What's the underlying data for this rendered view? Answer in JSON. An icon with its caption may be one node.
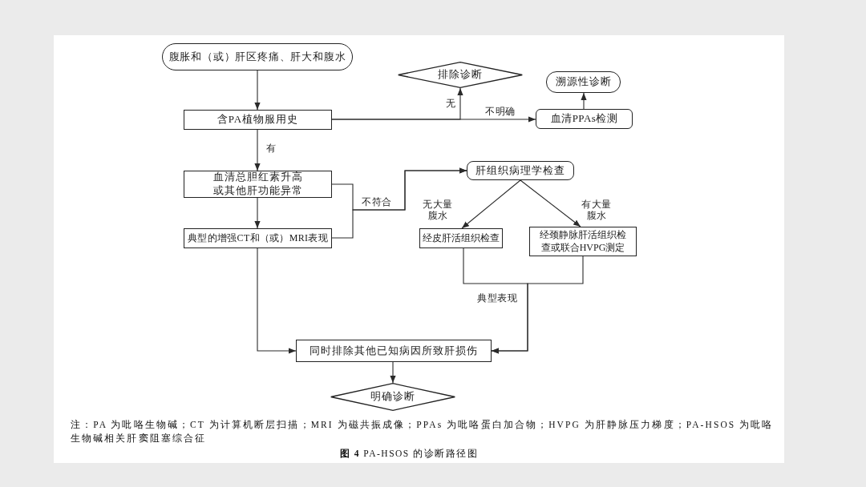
{
  "diagram": {
    "caption": "**图 4** PA-HSOS 的诊断路径图",
    "nodes": [
      {
        "text": [
          "腹胀和（或）肝区疼痛、肝大和腹水"
        ]
      },
      {
        "text": [
          "含PA植物服用史"
        ]
      },
      {
        "text": [
          "排除诊断"
        ]
      },
      {
        "text": [
          "溯源性诊断"
        ]
      },
      {
        "text": [
          "血清PPAs检测"
        ]
      },
      {
        "text": [
          "血清总胆红素升高或其他肝功能异常"
        ]
      },
      {
        "text": [
          "典型的增强CT和（或）MRI表现"
        ]
      },
      {
        "text": [
          "肝组织病理学检查"
        ]
      },
      {
        "text": [
          "经皮肝活组织检查"
        ]
      },
      {
        "text": [
          "经颈静脉肝活组织检查或联合HVPG测定"
        ]
      },
      {
        "text": [
          "同时排除其他已知病因所致肝损伤"
        ]
      },
      {
        "text": [
          "明确诊断"
        ]
      }
    ],
    "edges": [
      {
        "from": 0,
        "to": 1,
        "arrow": "to"
      },
      {
        "from": 1,
        "to": 2,
        "arrow": "to",
        "label": "无"
      },
      {
        "from": 1,
        "to": 4,
        "arrow": "to",
        "label": "不明确"
      },
      {
        "from": 4,
        "to": 3,
        "arrow": "to"
      },
      {
        "from": 1,
        "to": 5,
        "arrow": "to",
        "label": "有"
      },
      {
        "from": 5,
        "to": 6,
        "arrow": "to"
      },
      {
        "from": 5,
        "to": 7,
        "arrow": "to",
        "label": "不符合"
      },
      {
        "from": 6,
        "to": 7,
        "arrow": "to"
      },
      {
        "from": 7,
        "to": 8,
        "arrow": "to",
        "label": "无大量腹水"
      },
      {
        "from": 7,
        "to": 9,
        "arrow": "to",
        "label": "有大量腹水"
      },
      {
        "from": 8,
        "to": 10,
        "arrow": "to",
        "label": "典型表现"
      },
      {
        "from": 9,
        "to": 10,
        "arrow": "to"
      },
      {
        "from": 6,
        "to": 10,
        "arrow": "to"
      },
      {
        "from": 10,
        "to": 11,
        "arrow": "to"
      }
    ],
    "labels": [
      "注：PA 为吡咯生物碱；CT 为计算机断层扫描；MRI 为磁共振成像；PPAs 为吡咯蛋白加合物；HVPG 为肝静脉压力梯度；PA-HSOS 为吡咯生物碱相关肝窦阻塞综合征"
    ]
  }
}
